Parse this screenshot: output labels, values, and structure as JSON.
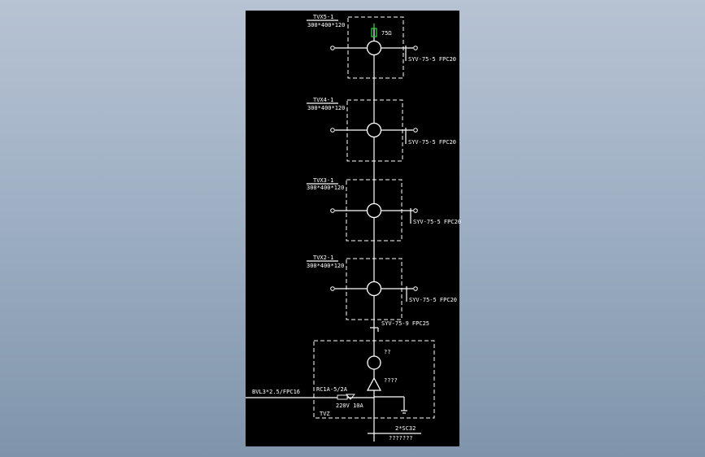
{
  "taps": [
    {
      "id": "TVX5-1",
      "size": "300*400*120",
      "cable": "SYV-75-5 FPC20",
      "terminator": "75Ω"
    },
    {
      "id": "TVX4-1",
      "size": "300*400*120",
      "cable": "SYV-75-5 FPC20"
    },
    {
      "id": "TVX3-1",
      "size": "300*400*120",
      "cable": "SYV-75-5 FPC20"
    },
    {
      "id": "TVX2-1",
      "size": "300*400*120",
      "cable": "SYV-75-5 FPC20"
    }
  ],
  "trunk_cable": "SYV-75-9 FPC25",
  "amp_box": {
    "id": "TVZ",
    "splitter_label": "??",
    "amp_label": "????",
    "breaker": "RC1A-5/2A",
    "power": "220V 10A",
    "power_cable": "BVL3*2.5/FPC16",
    "conduit": "2*SC32",
    "incoming": "???????"
  }
}
